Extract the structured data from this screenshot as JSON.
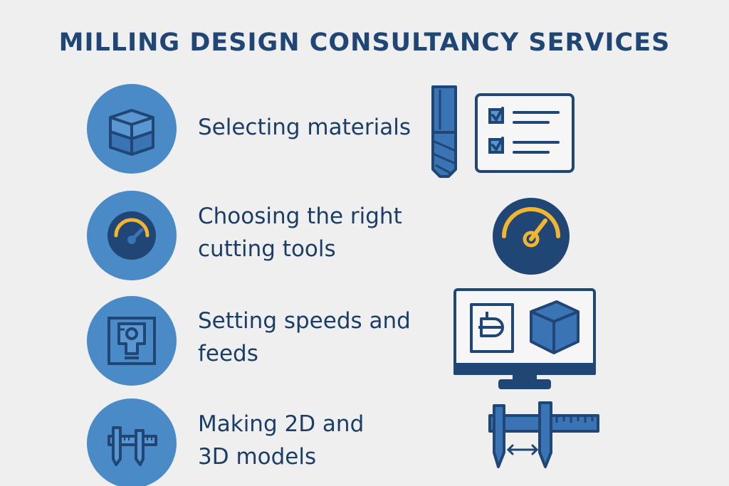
{
  "title": "MILLING DESIGN CONSULTANCY SERVICES",
  "services": [
    {
      "line1": "Selecting materials",
      "line2": "",
      "icon": "stacked-boxes-icon"
    },
    {
      "line1": "Choosing the right",
      "line2": "cutting tools",
      "icon": "gauge-icon"
    },
    {
      "line1": "Setting speeds and",
      "line2": "feeds",
      "icon": "fixture-icon"
    },
    {
      "line1": "Making 2D and",
      "line2": "3D models",
      "icon": "caliper-icon"
    }
  ],
  "illustrations": [
    "end-mill-icon",
    "checklist-icon",
    "speedometer-icon",
    "monitor-cad-icon",
    "vernier-caliper-icon"
  ],
  "colors": {
    "background": "#efefef",
    "navy": "#1f4674",
    "circle_blue": "#4a8ac6",
    "mid_blue": "#3a74b5",
    "gauge_yellow": "#f2b530"
  }
}
